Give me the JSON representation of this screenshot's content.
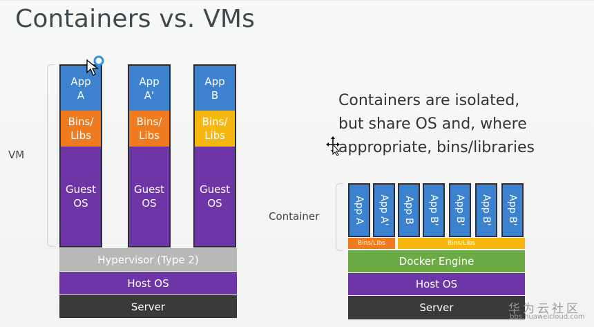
{
  "title": "Containers vs. VMs",
  "vm_side": {
    "vm_label": "VM",
    "stacks": [
      {
        "app": "App\nA",
        "bins": "Bins/\nLibs",
        "bins_color": "#f07a1e",
        "guest": "Guest\nOS"
      },
      {
        "app": "App\nA'",
        "bins": "Bins/\nLibs",
        "bins_color": "#f07a1e",
        "guest": "Guest\nOS"
      },
      {
        "app": "App\nB",
        "bins": "Bins/\nLibs",
        "bins_color": "#f6b80f",
        "guest": "Guest\nOS"
      }
    ],
    "hypervisor": "Hypervisor (Type 2)",
    "host_os": "Host OS",
    "server": "Server"
  },
  "container_side": {
    "container_label": "Container",
    "apps": [
      "App A",
      "App A'",
      "App B",
      "App B'",
      "App B'",
      "App B'",
      "App B'"
    ],
    "bins_left": "Bins/Libs",
    "bins_right": "Bins/Libs",
    "docker_engine": "Docker Engine",
    "host_os": "Host OS",
    "server": "Server"
  },
  "description": [
    "Containers are isolated,",
    "but share OS and, where",
    "appropriate, bins/libraries"
  ],
  "watermark": {
    "cn": "华为云社区",
    "url": "bbs.huaweicloud.com"
  },
  "colors": {
    "app": "#3d82cf",
    "bins_orange": "#f07a1e",
    "bins_yellow": "#f6b80f",
    "guest_os": "#6e35a6",
    "hypervisor": "#b8b8b8",
    "host_os": "#6e35a6",
    "server": "#3a3a3a",
    "docker_engine": "#6aab45"
  }
}
